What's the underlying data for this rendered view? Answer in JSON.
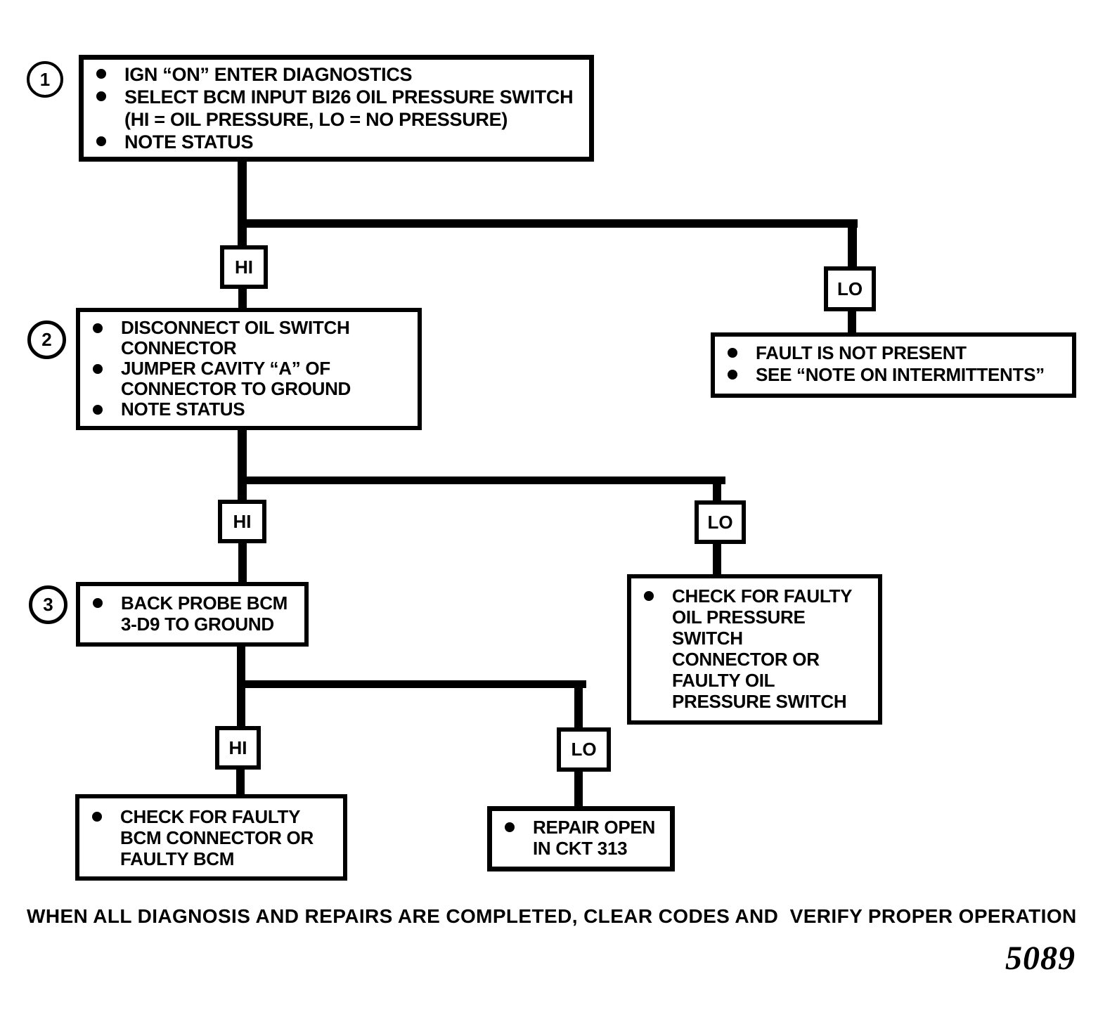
{
  "figure_number": "5089",
  "footer_note": "WHEN ALL DIAGNOSIS AND REPAIRS ARE COMPLETED, CLEAR CODES AND  VERIFY PROPER OPERATION",
  "branch_labels": {
    "hi": "HI",
    "lo": "LO"
  },
  "nodes": {
    "step1": {
      "step_number": "1",
      "lines": [
        {
          "text": "IGN “ON” ENTER DIAGNOSTICS"
        },
        {
          "text": "SELECT BCM INPUT BI26 OIL PRESSURE SWITCH"
        },
        {
          "text": "(HI = OIL PRESSURE, LO = NO PRESSURE)"
        },
        {
          "text": "NOTE STATUS"
        }
      ]
    },
    "step2": {
      "step_number": "2",
      "lines": [
        {
          "text": "DISCONNECT OIL SWITCH"
        },
        {
          "text": "CONNECTOR"
        },
        {
          "text": "JUMPER CAVITY “A” OF"
        },
        {
          "text": "CONNECTOR TO GROUND"
        },
        {
          "text": "NOTE STATUS"
        }
      ]
    },
    "step3": {
      "step_number": "3",
      "lines": [
        {
          "text": "BACK PROBE BCM"
        },
        {
          "text": "3-D9 TO GROUND"
        }
      ]
    },
    "fault_not_present": {
      "lines": [
        {
          "text": "FAULT IS NOT PRESENT"
        },
        {
          "text": "SEE “NOTE ON INTERMITTENTS”"
        }
      ]
    },
    "faulty_oil_switch": {
      "lines": [
        {
          "text": "CHECK FOR FAULTY"
        },
        {
          "text": "OIL PRESSURE"
        },
        {
          "text": "SWITCH"
        },
        {
          "text": "CONNECTOR OR"
        },
        {
          "text": "FAULTY OIL"
        },
        {
          "text": "PRESSURE SWITCH"
        }
      ]
    },
    "faulty_bcm": {
      "lines": [
        {
          "text": "CHECK FOR FAULTY"
        },
        {
          "text": "BCM CONNECTOR OR"
        },
        {
          "text": "FAULTY BCM"
        }
      ]
    },
    "repair_open": {
      "lines": [
        {
          "text": "REPAIR OPEN"
        },
        {
          "text": "IN CKT 313"
        }
      ]
    }
  },
  "colors": {
    "ink": "#000000",
    "paper": "#ffffff"
  }
}
